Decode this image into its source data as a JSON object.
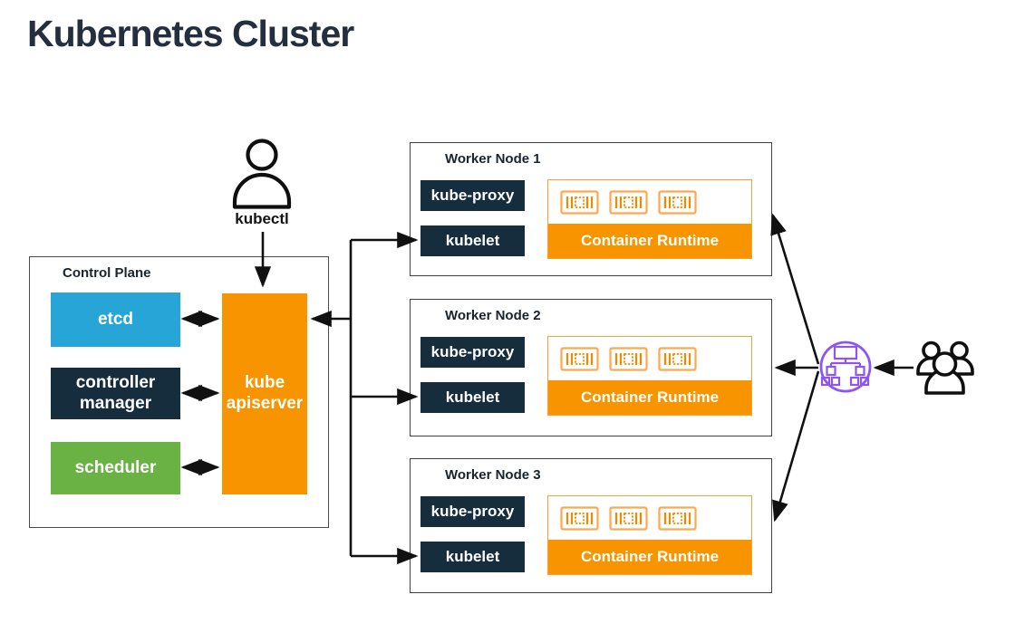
{
  "title": "Kubernetes Cluster",
  "kubectl": {
    "label": "kubectl"
  },
  "control_plane": {
    "label": "Control Plane",
    "etcd": "etcd",
    "controller_manager": "controller manager",
    "scheduler": "scheduler",
    "apiserver": "kube apiserver"
  },
  "worker_nodes": [
    {
      "label": "Worker Node 1",
      "kube_proxy": "kube-proxy",
      "kubelet": "kubelet",
      "container_runtime": "Container Runtime"
    },
    {
      "label": "Worker Node 2",
      "kube_proxy": "kube-proxy",
      "kubelet": "kubelet",
      "container_runtime": "Container Runtime"
    },
    {
      "label": "Worker Node 3",
      "kube_proxy": "kube-proxy",
      "kubelet": "kubelet",
      "container_runtime": "Container Runtime"
    }
  ],
  "containers_per_node": 3,
  "icons": {
    "kubectl_user": "user-icon",
    "network_junction": "network-tree-icon",
    "end_users": "users-group-icon",
    "container": "container-icon"
  },
  "colors": {
    "title_navy": "#232F3E",
    "component_navy": "#162D3E",
    "cyan": "#27A5D6",
    "green": "#6BB244",
    "orange": "#F79400",
    "orange_light": "#F6A13B",
    "purple": "#8F55F2",
    "arrow_black": "#111111",
    "box_border_gray": "#414141"
  }
}
